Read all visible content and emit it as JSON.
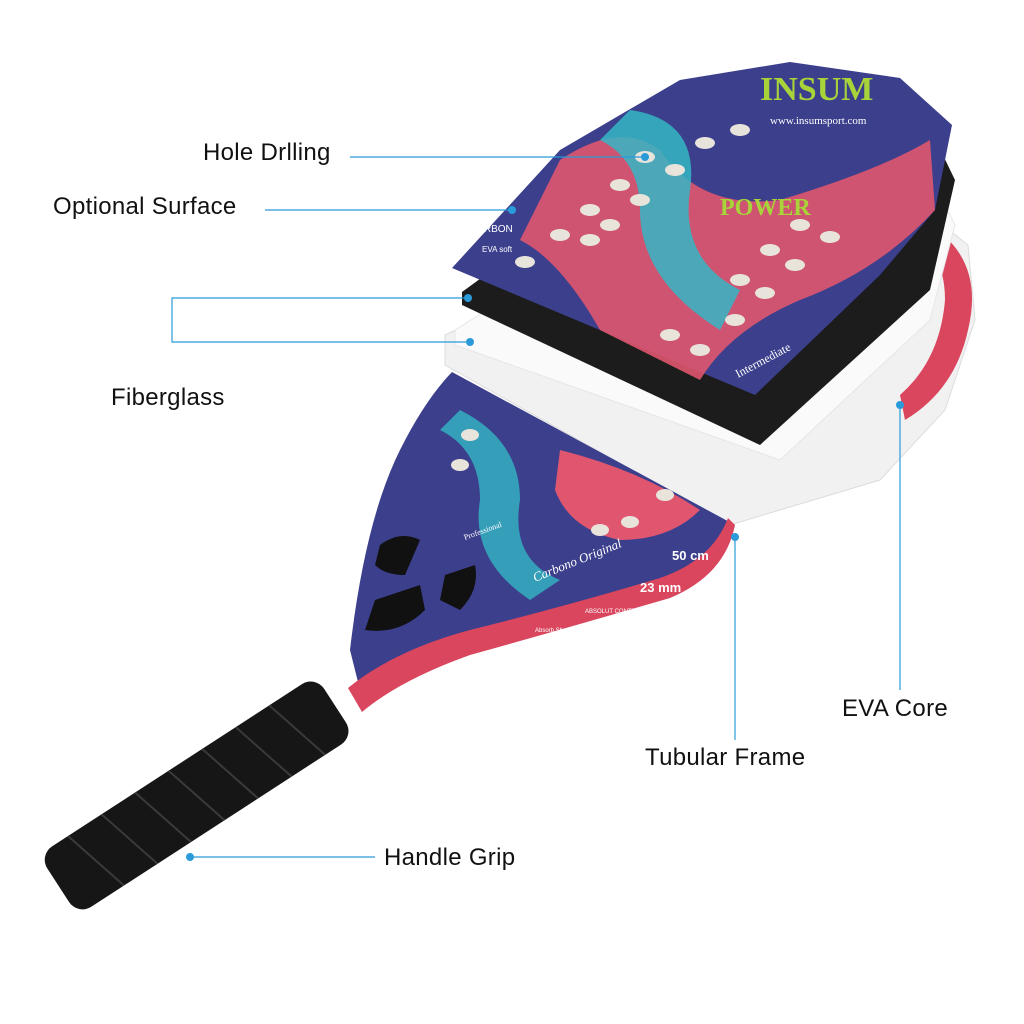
{
  "labels": {
    "hole_drilling": "Hole Drlling",
    "optional_surface": "Optional Surface",
    "fiberglass": "Fiberglass",
    "eva_core": "EVA Core",
    "tubular_frame": "Tubular Frame",
    "handle_grip": "Handle Grip"
  },
  "racket_print": {
    "brand": "INSUM",
    "website": "www.insumsport.com",
    "power": "POWER",
    "carbon": "CARBON",
    "eva_soft": "EVA soft",
    "level": "Intermediate",
    "professional": "Professional",
    "carbono": "Carbono Original",
    "length": "50 cm",
    "thickness": "23 mm",
    "absolut": "ABSOLUT CONTROL",
    "shock": "Absorb Shock"
  },
  "colors": {
    "leader_line": "#2a9bd8",
    "surface_blue": "#3b3f8c",
    "surface_pink": "#e0566e",
    "surface_teal": "#35b7c4",
    "frame_pink": "#d9465d",
    "grip": "#161616"
  }
}
